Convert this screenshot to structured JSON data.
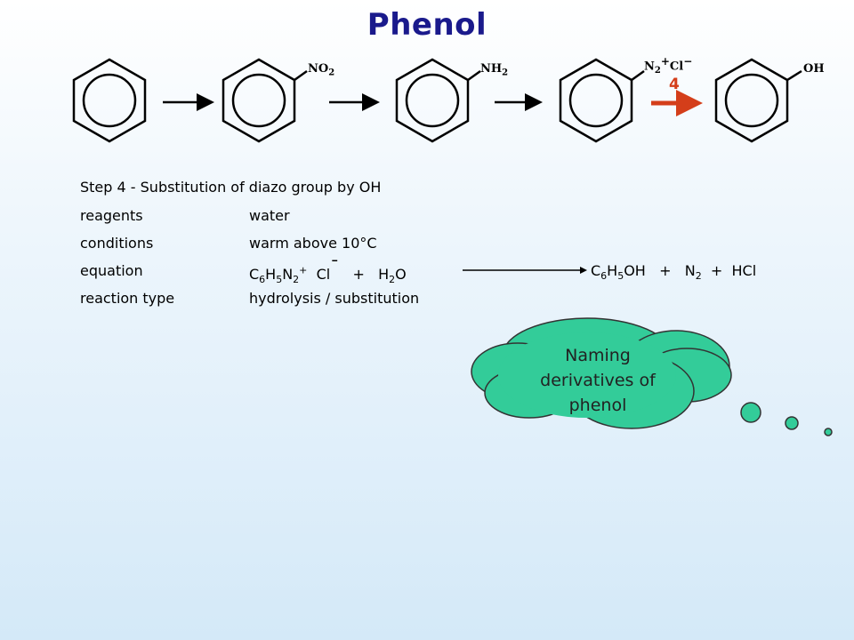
{
  "title": "Phenol",
  "scheme": {
    "substituents": {
      "no2": {
        "text": "NO",
        "sub": "2"
      },
      "nh2": {
        "text": "NH",
        "sub": "2"
      },
      "diazo": {
        "n": "N",
        "sub": "2",
        "plus": "+",
        "cl": "Cl",
        "minus": "−"
      },
      "oh": {
        "text": "OH"
      }
    },
    "step_number": "4",
    "active_arrow_color": "#d43e1a"
  },
  "step": {
    "heading": "Step 4 - Substitution of diazo group by OH",
    "rows": {
      "reagents": {
        "label": "reagents",
        "value": "water"
      },
      "conditions": {
        "label": "conditions",
        "value": "warm above 10°C"
      },
      "equation": {
        "label": "equation"
      },
      "reaction_type": {
        "label": "reaction type",
        "value": "hydrolysis / substitution"
      }
    }
  },
  "equation": {
    "lhs": {
      "c": "C",
      "c_sub": "6",
      "h": "H",
      "h_sub": "5",
      "n": "N",
      "n_sub": "2",
      "charge": "+",
      "cl": "Cl",
      "cl_charge": "¯",
      "plus": "+",
      "h2o_h": "H",
      "h2o_sub": "2",
      "h2o_o": "O"
    },
    "rhs": {
      "c": "C",
      "c_sub": "6",
      "h": "H",
      "h_sub": "5",
      "oh": "OH",
      "plus1": "+",
      "n": "N",
      "n_sub": "2",
      "plus2": "+",
      "hcl": "HCl"
    }
  },
  "cloud": {
    "text_lines": [
      "Naming",
      "derivatives of",
      "phenol"
    ],
    "fill_color": "#33cc99"
  }
}
